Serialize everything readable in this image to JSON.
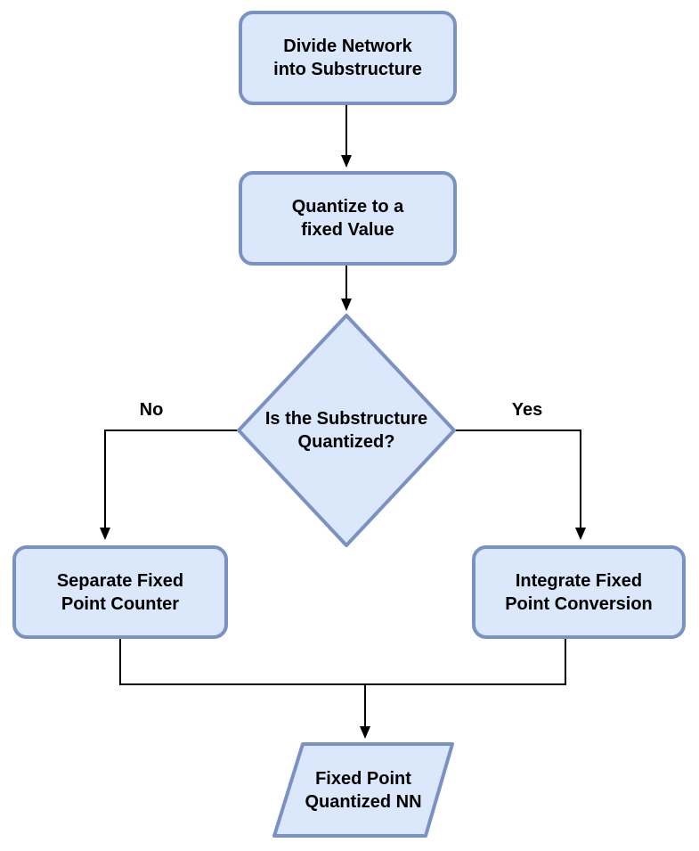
{
  "nodes": {
    "divide": {
      "label": "Divide Network\ninto Substructure"
    },
    "quantize": {
      "label": "Quantize to a\nfixed Value"
    },
    "decision": {
      "label": "Is the Substructure\nQuantized?"
    },
    "separate": {
      "label": "Separate Fixed\nPoint Counter"
    },
    "integrate": {
      "label": "Integrate Fixed\nPoint Conversion"
    },
    "output": {
      "label": "Fixed Point\nQuantized NN"
    }
  },
  "edges": {
    "no_label": "No",
    "yes_label": "Yes"
  },
  "colors": {
    "node_fill": "#dbe8fb",
    "node_stroke": "#7a91c4",
    "connector": "#000000",
    "label_text": "#000000",
    "background": "#ffffff"
  }
}
